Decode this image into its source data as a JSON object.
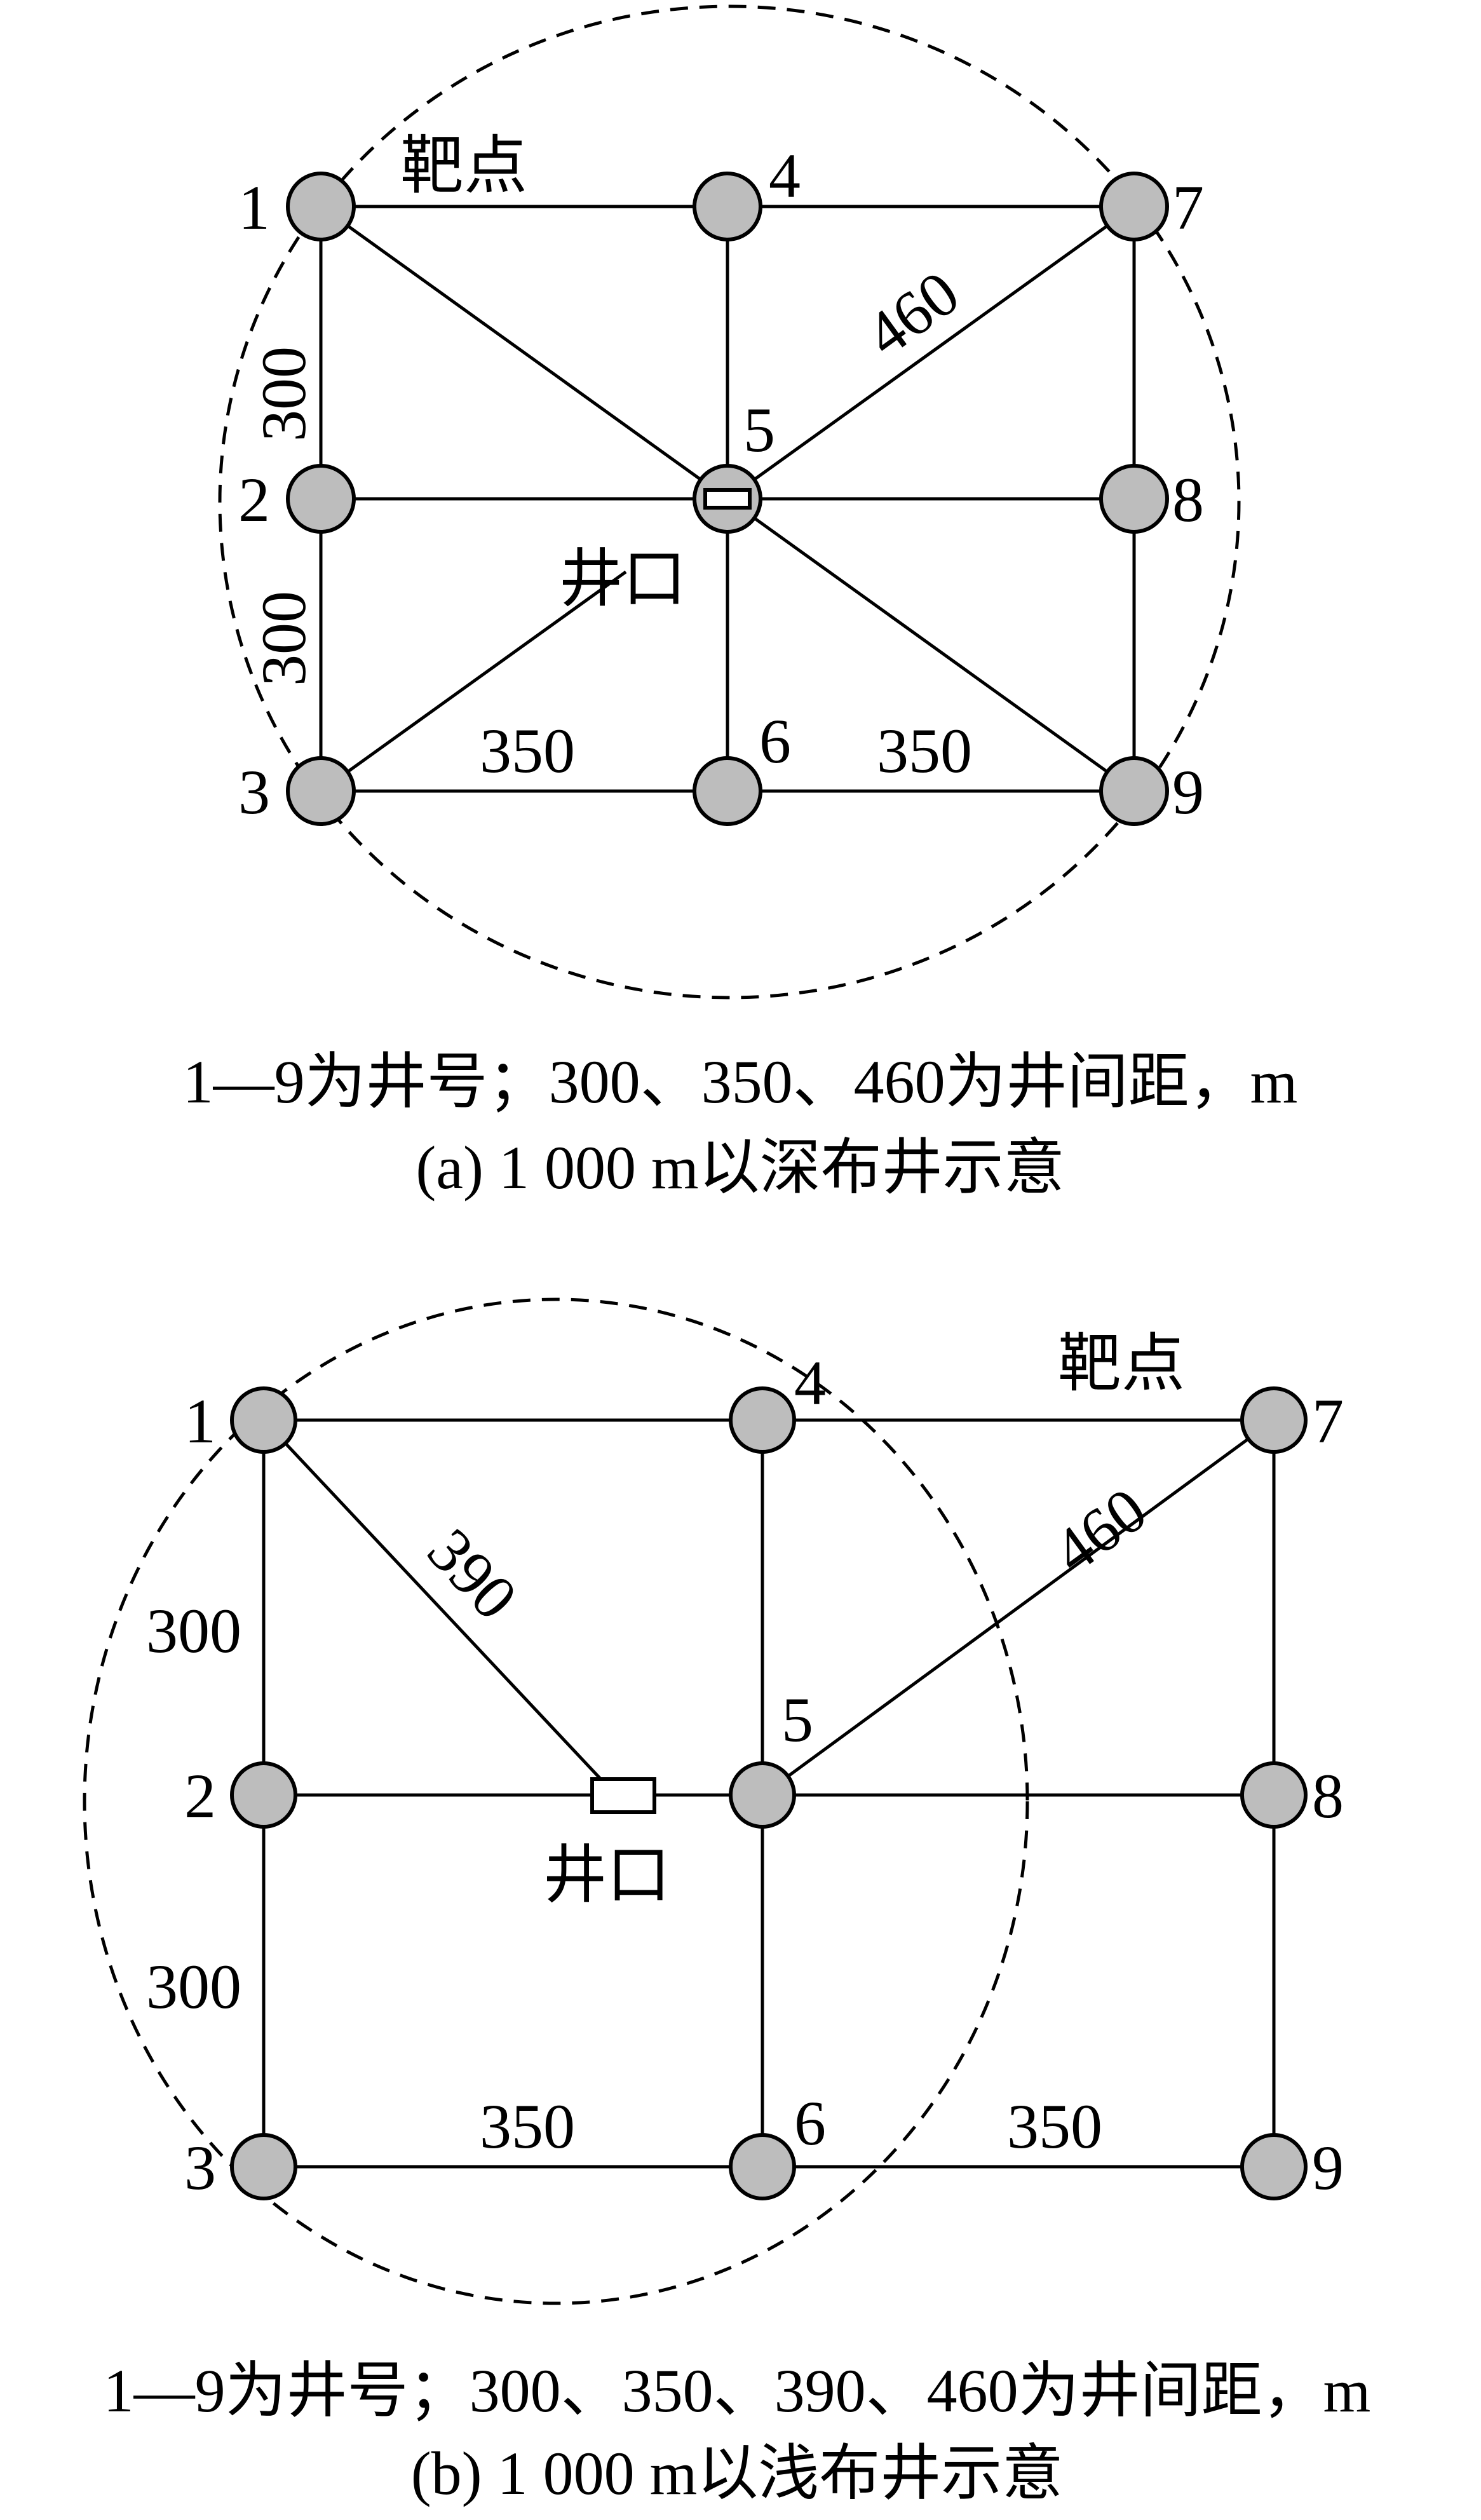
{
  "panels": [
    {
      "id": "a",
      "wells": [
        "1",
        "2",
        "3",
        "4",
        "5",
        "6",
        "7",
        "8",
        "9"
      ],
      "target_label": "靶点",
      "wellhead_label": "井口",
      "spacing_labels": {
        "vertical_top": "300",
        "vertical_bottom": "300",
        "bottom_left": "350",
        "bottom_right": "350",
        "diagonal": "460"
      },
      "caption_line1": "1—9为井号；300、350、460为井间距，m",
      "caption_line2": "(a) 1 000 m以深布井示意"
    },
    {
      "id": "b",
      "wells": [
        "1",
        "2",
        "3",
        "4",
        "5",
        "6",
        "7",
        "8",
        "9"
      ],
      "target_label": "靶点",
      "wellhead_label": "井口",
      "spacing_labels": {
        "vertical_top": "300",
        "vertical_bottom": "300",
        "bottom_left": "350",
        "bottom_right": "350",
        "diagonal_to_head": "390",
        "diagonal": "460"
      },
      "caption_line1": "1—9为井号；300、350、390、460为井间距，m",
      "caption_line2": "(b) 1 000 m以浅布井示意"
    }
  ],
  "colors": {
    "well_fill": "#bdbdbd",
    "line": "#000000",
    "background": "#ffffff"
  }
}
